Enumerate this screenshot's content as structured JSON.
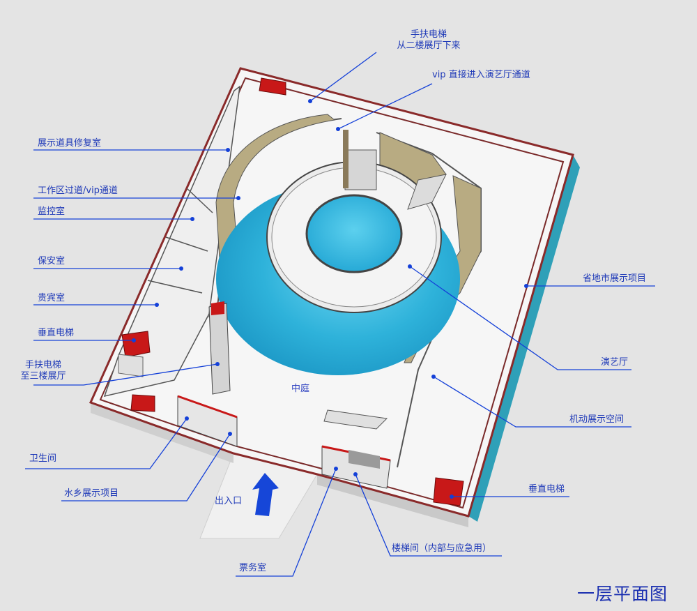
{
  "title": "一层平面图",
  "labels": {
    "escalator_from_2f_l1": "手扶电梯",
    "escalator_from_2f_l2": "从二楼展厅下来",
    "vip_channel": "vip 直接进入演艺厅通道",
    "prop_repair": "展示道具修复室",
    "work_corridor": "工作区过道/vip通道",
    "monitor_room": "监控室",
    "security_room": "保安室",
    "vip_room": "贵宾室",
    "elevator_left": "垂直电梯",
    "escalator_to_3f_l1": "手扶电梯",
    "escalator_to_3f_l2": "至三楼展厅",
    "toilet": "卫生间",
    "water_town": "水乡展示项目",
    "entrance": "出入口",
    "ticket_office": "票务室",
    "stairwell": "楼梯间（内部与应急用）",
    "elevator_right": "垂直电梯",
    "mobile_exhibit": "机动展示空间",
    "theater": "演艺厅",
    "provincial_exhibit": "省地市展示项目",
    "courtyard": "中庭"
  },
  "colors": {
    "background": "#e4e4e4",
    "label_text": "#1f3ab8",
    "leader_line": "#1440d8",
    "wall_top": "#8a2a2a",
    "floor": "#f6f6f6",
    "pool": "#2ab0d8",
    "arrow": "#1646d8"
  }
}
